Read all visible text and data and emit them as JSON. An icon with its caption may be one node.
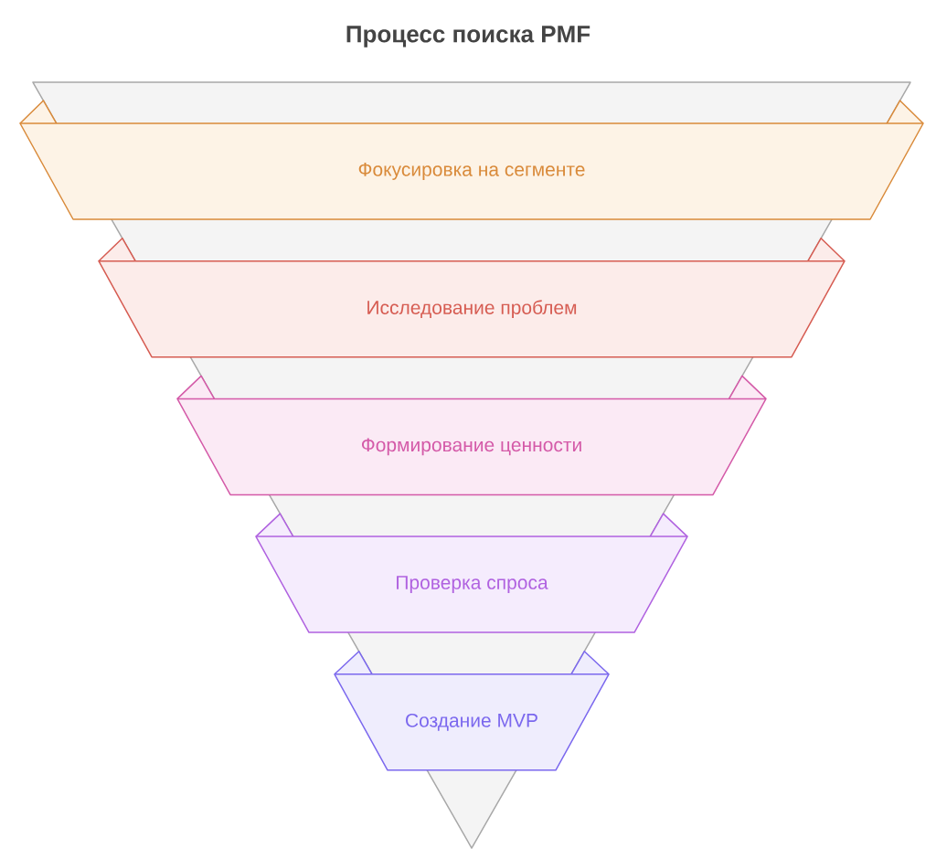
{
  "diagram": {
    "title": "Процесс поиска PMF",
    "nodes": [
      {
        "text": [
          "Фокусировка на сегменте"
        ]
      },
      {
        "text": [
          "Исследование проблем"
        ]
      },
      {
        "text": [
          "Формирование ценности"
        ]
      },
      {
        "text": [
          "Проверка спроса"
        ]
      },
      {
        "text": [
          "Создание MVP"
        ]
      }
    ]
  }
}
